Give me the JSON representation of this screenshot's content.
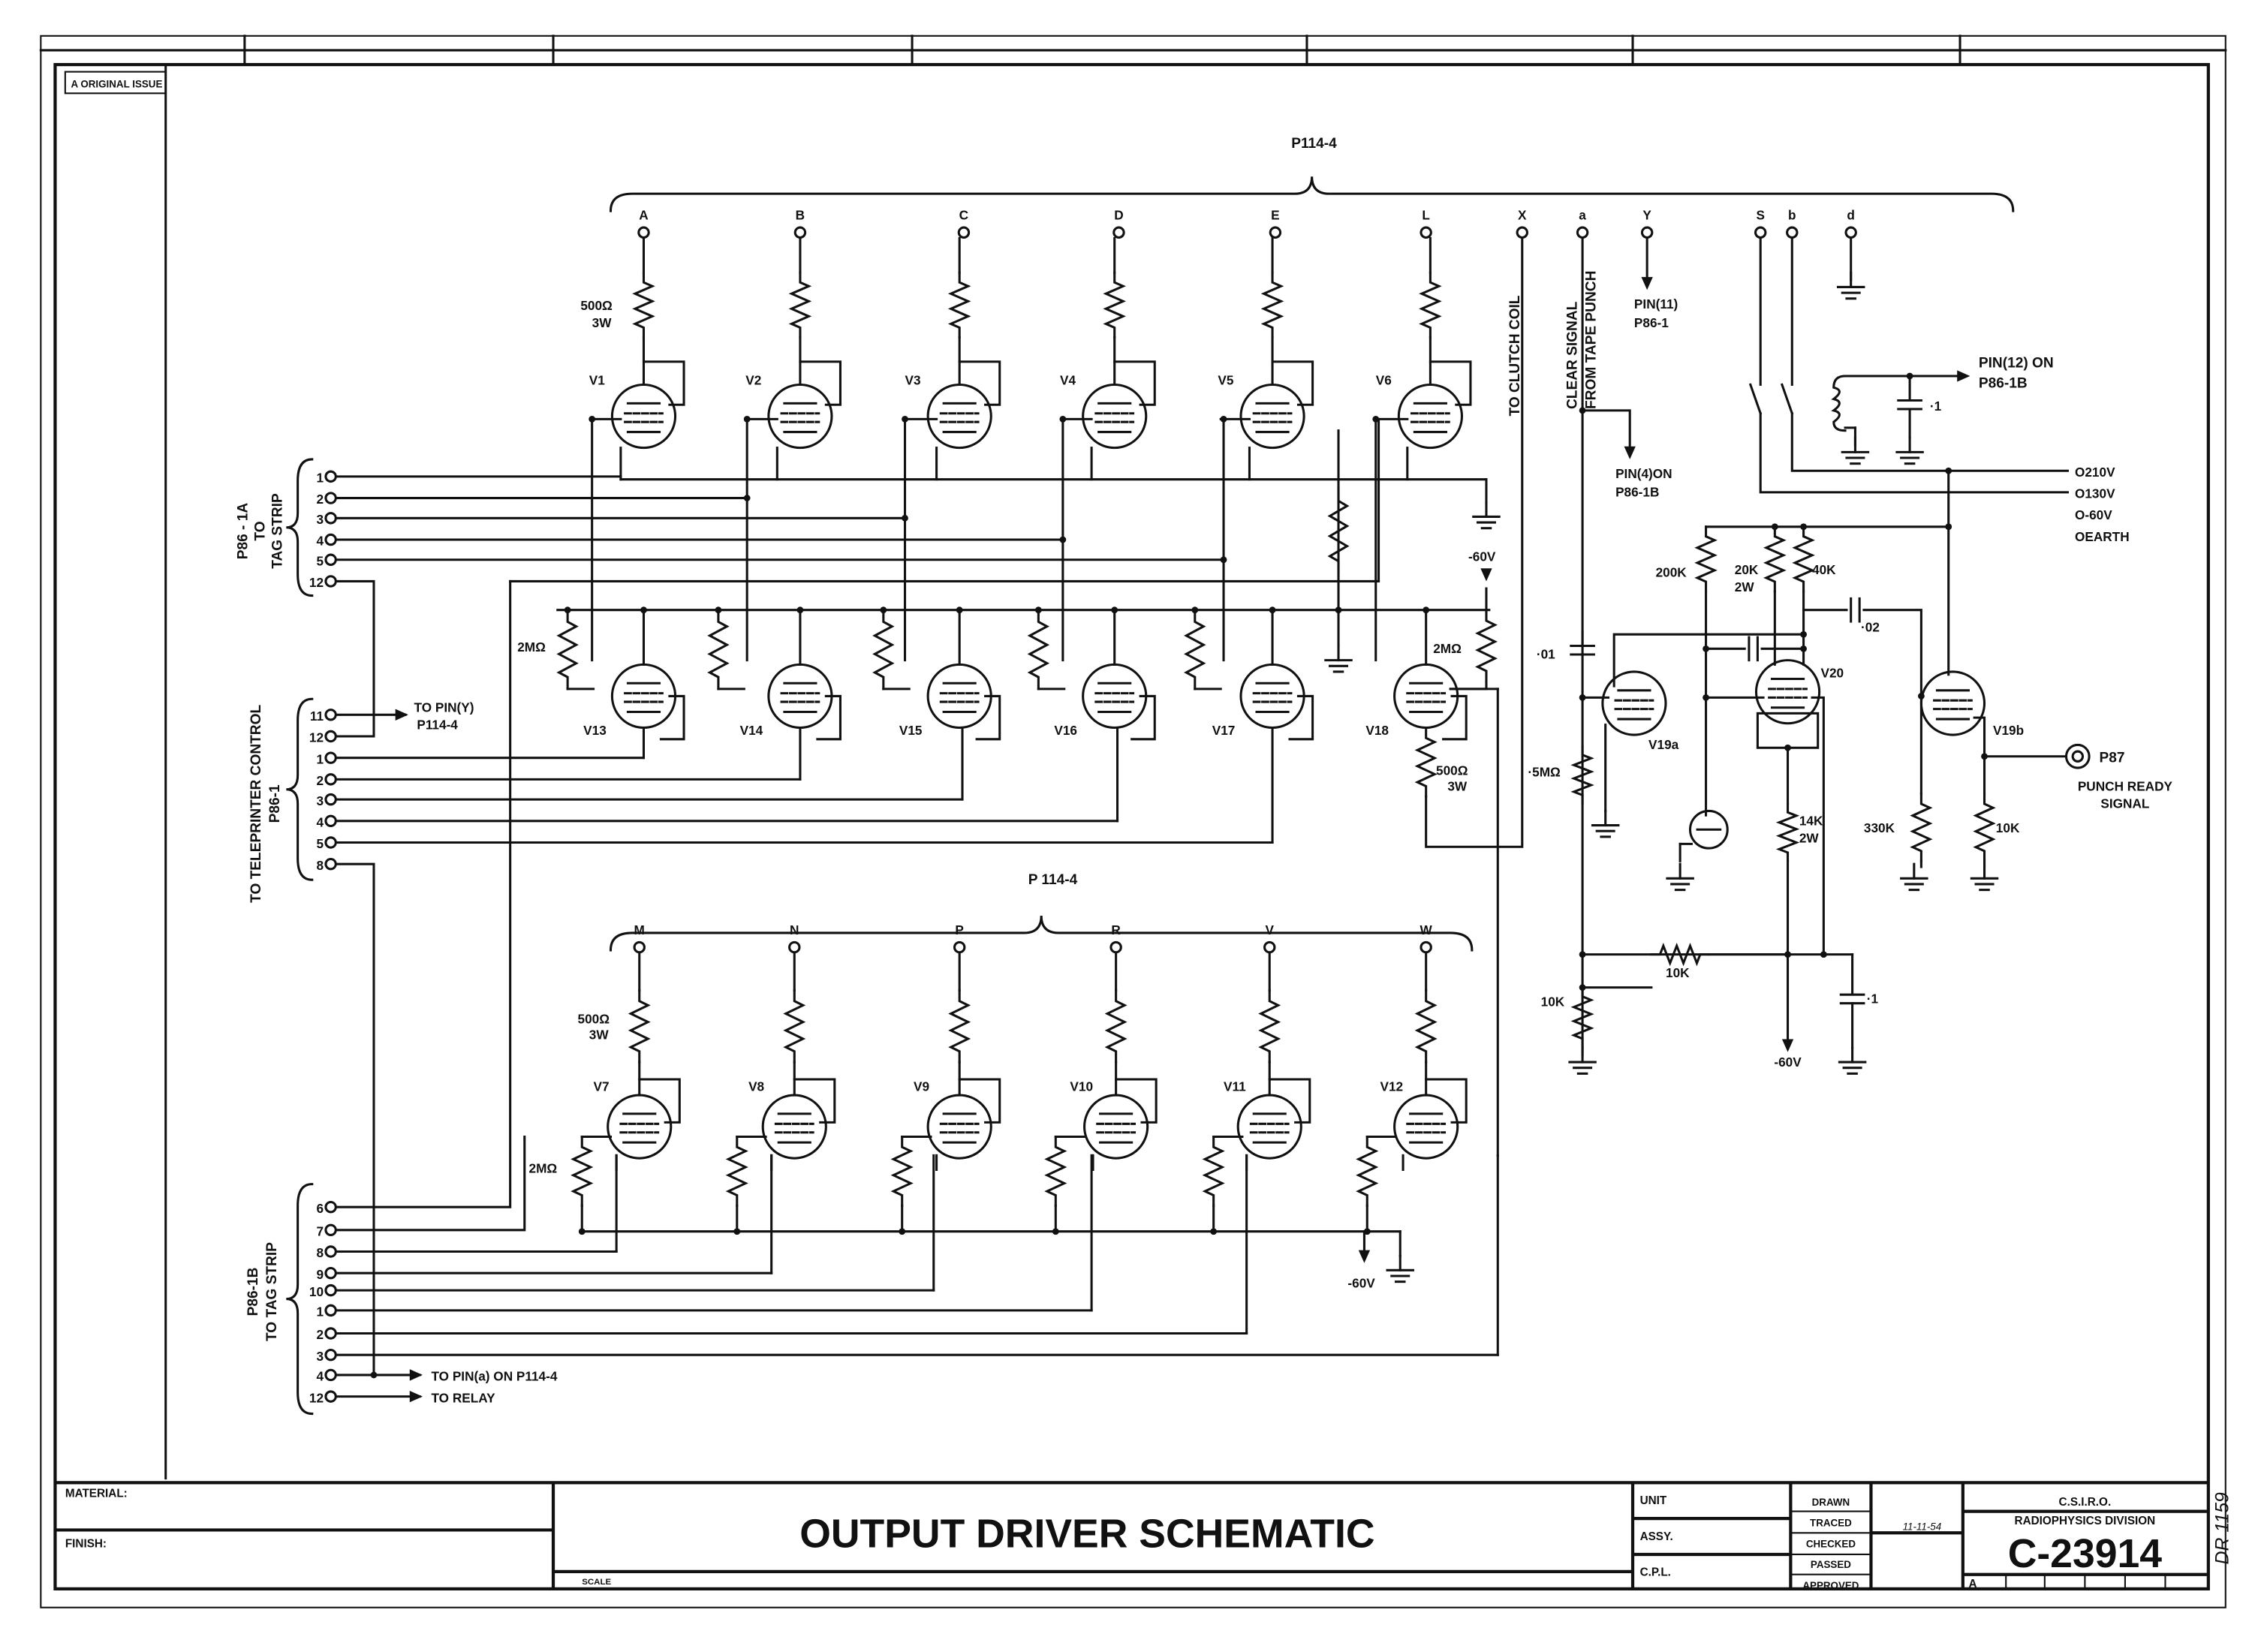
{
  "revision_box": "A ORIGINAL ISSUE",
  "top_connector": {
    "label": "P114-4",
    "pins": [
      "A",
      "B",
      "C",
      "D",
      "E",
      "L",
      "X",
      "a",
      "Y",
      "S",
      "b",
      "d"
    ]
  },
  "bottom_connector": {
    "label": "P 114-4",
    "pins": [
      "M",
      "N",
      "P",
      "R",
      "V",
      "W"
    ]
  },
  "p86_1a": {
    "label_lines": [
      "P86 - 1A",
      "TO",
      "TAG STRIP"
    ],
    "pins": [
      "1",
      "2",
      "3",
      "4",
      "5",
      "12"
    ]
  },
  "p86_1": {
    "label_lines": [
      "TO TELEPRINTER CONTROL",
      "P86-1"
    ],
    "pins": [
      "11",
      "12",
      "1",
      "2",
      "3",
      "4",
      "5",
      "8"
    ],
    "note_lines": [
      "TO PIN(Y)",
      "P114-4"
    ]
  },
  "p86_1b": {
    "label_lines": [
      "P86-1B",
      "TO TAG STRIP"
    ],
    "pins": [
      "6",
      "7",
      "8",
      "9",
      "10",
      "1",
      "2",
      "3",
      "4",
      "12"
    ],
    "notes": [
      "TO PIN(a) ON P114-4",
      "TO RELAY"
    ]
  },
  "tubes": {
    "top_row": [
      "V1",
      "V2",
      "V3",
      "V4",
      "V5",
      "V6"
    ],
    "middle_row": [
      "V13",
      "V14",
      "V15",
      "V16",
      "V17",
      "V18"
    ],
    "bottom_row": [
      "V7",
      "V8",
      "V9",
      "V10",
      "V11",
      "V12"
    ],
    "right": [
      "V19a",
      "V20",
      "V19b"
    ]
  },
  "components": {
    "r_500_top": [
      "500Ω",
      "3W"
    ],
    "r_500_mid": [
      "500Ω",
      "3W"
    ],
    "r_500_bot": [
      "500Ω",
      "3W"
    ],
    "r_2m_left": "2MΩ",
    "r_2m_right": "2MΩ",
    "r_2m_bottom": "2MΩ",
    "r_200k": "200K",
    "r_20k": [
      "20K",
      "2W"
    ],
    "r_40k": "40K",
    "c_02": "·02",
    "c_01": "·01",
    "r_5m": "·5MΩ",
    "r_14k": [
      "14K",
      "2W"
    ],
    "r_330k": "330K",
    "r_10k_out": "10K",
    "r_10k_h": "10K",
    "r_10k_v": "10K",
    "c_1_bottom": "·1",
    "c_1_top": "·1"
  },
  "annotations": {
    "neg60_mid": "-60V",
    "neg60_bottom": "-60V",
    "neg60_right": "-60V",
    "clutch": "TO CLUTCH COIL",
    "clear_signal": [
      "CLEAR SIGNAL",
      "FROM TAPE PUNCH"
    ],
    "pin11": [
      "PIN(11)",
      "P86-1"
    ],
    "pin4": [
      "PIN(4)ON",
      "P86-1B"
    ],
    "pin12": [
      "PIN(12) ON",
      "P86-1B"
    ],
    "supplies": [
      "O210V",
      "O130V",
      "O-60V",
      "OEARTH"
    ],
    "p87": "P87",
    "punch_ready": [
      "PUNCH READY",
      "SIGNAL"
    ]
  },
  "title_block": {
    "material": "MATERIAL:",
    "finish": "FINISH:",
    "scale": "SCALE",
    "title": "OUTPUT DRIVER SCHEMATIC",
    "unit": "UNIT",
    "assy": "ASSY.",
    "cpl": "C.P.L.",
    "roles": [
      "DRAWN",
      "TRACED",
      "CHECKED",
      "PASSED",
      "APPROVED"
    ],
    "traced_date": "11-11-54",
    "org_line1": "C.S.I.R.O.",
    "org_line2": "RADIOPHYSICS DIVISION",
    "drawing_number": "C-23914",
    "revision": "A",
    "handwritten_ref": "DR 1159"
  }
}
